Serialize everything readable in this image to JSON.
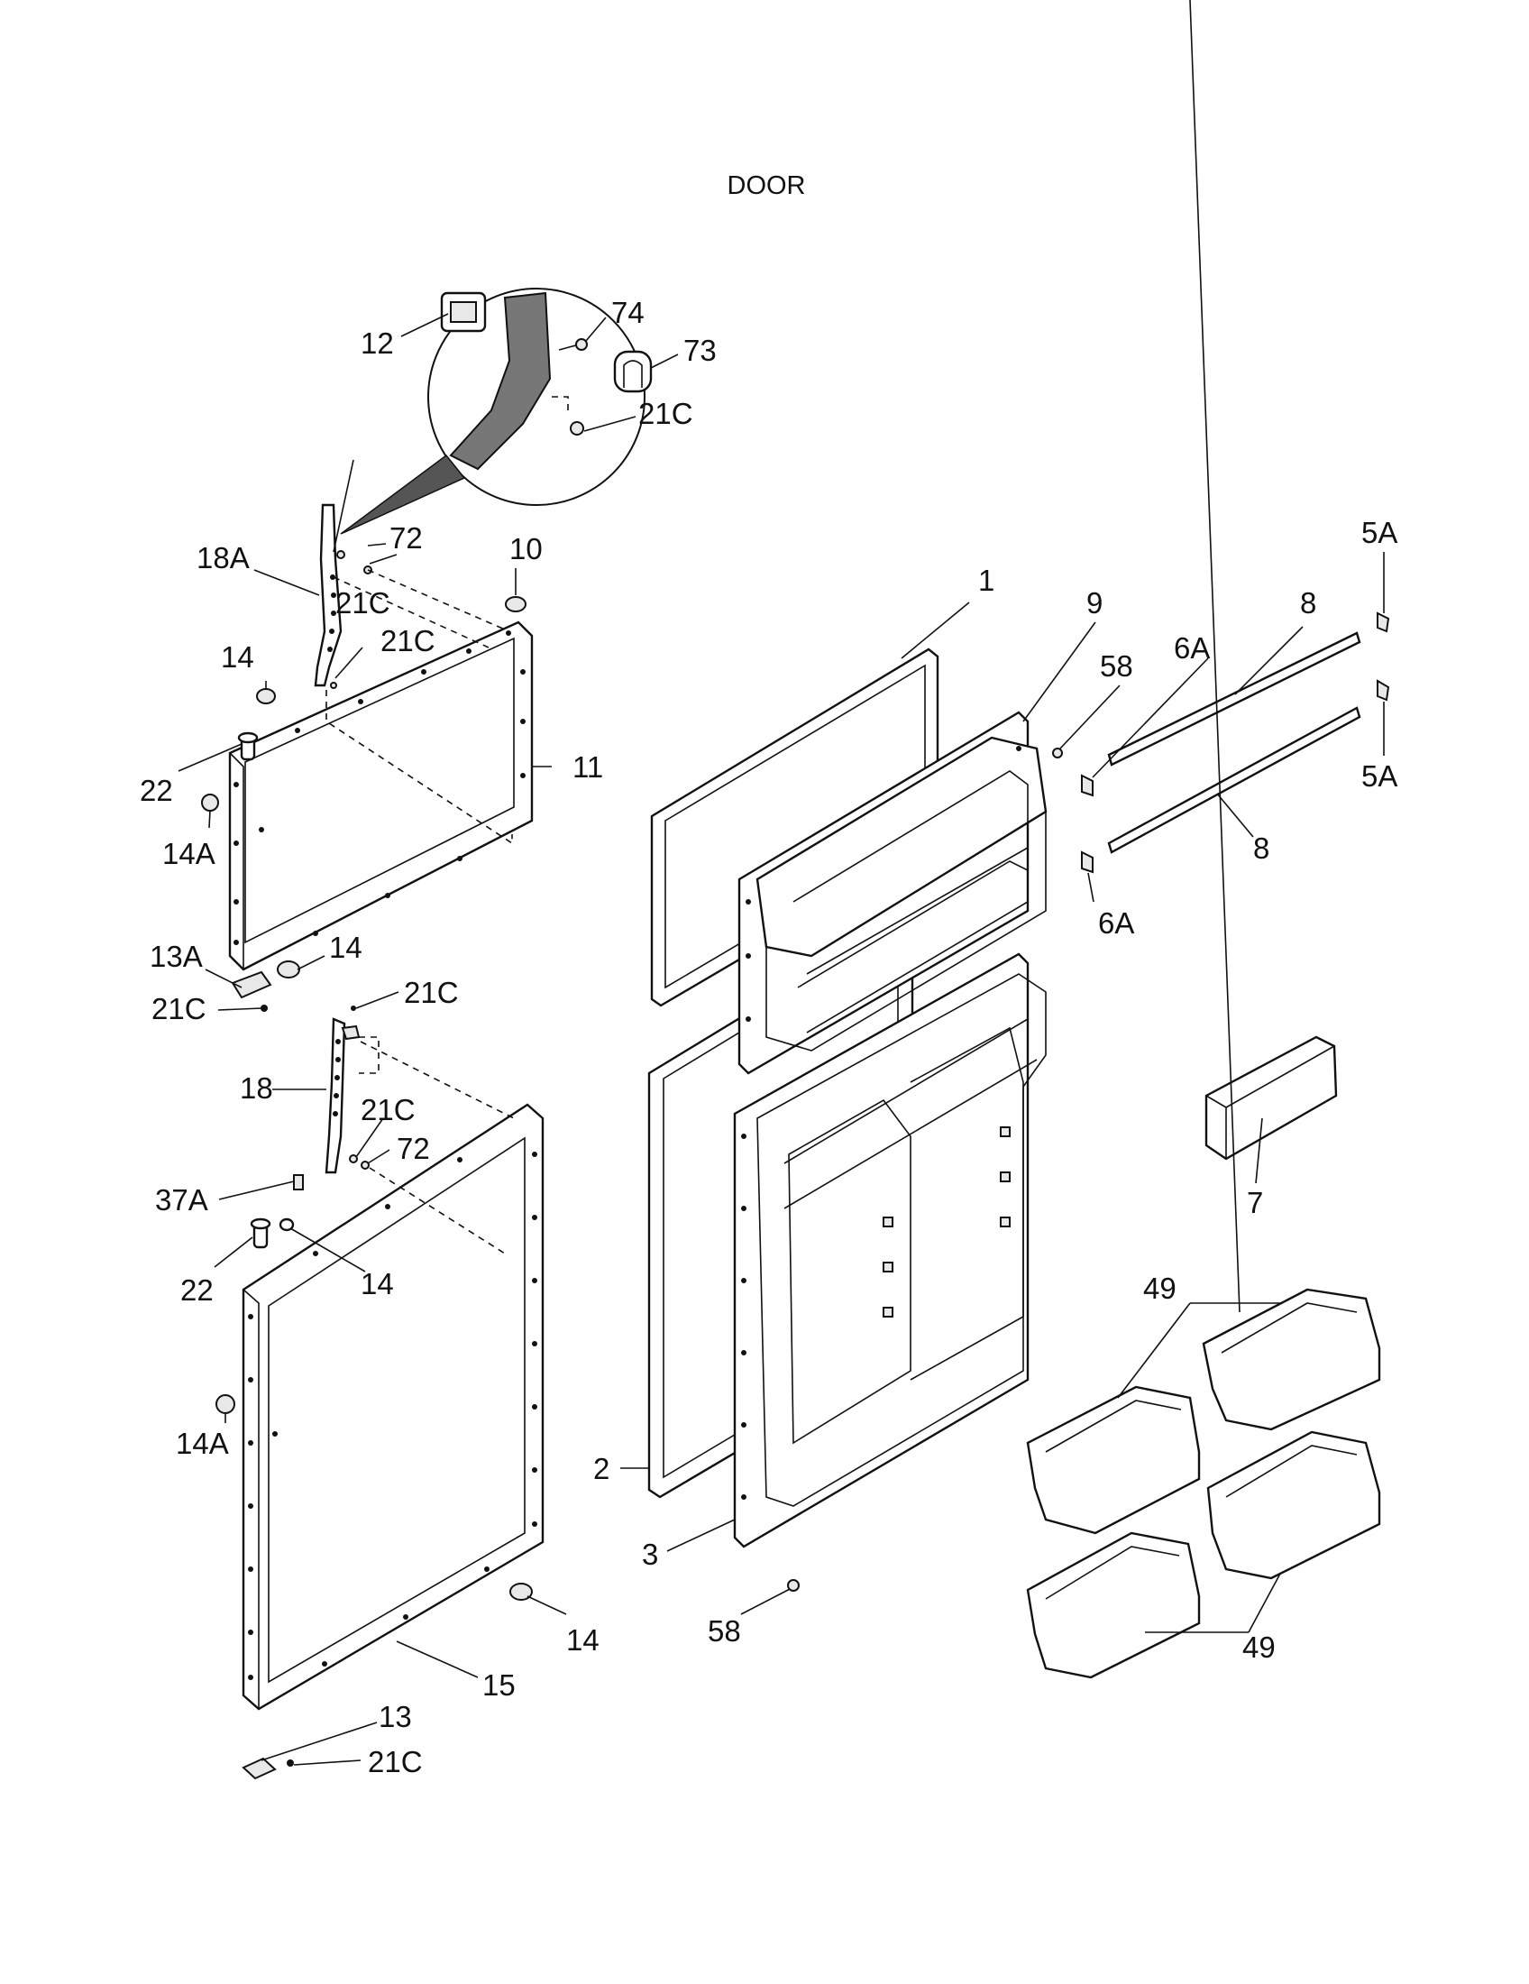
{
  "title": "DOOR",
  "callouts": {
    "c12": "12",
    "c74": "74",
    "c73": "73",
    "c21c_inset": "21C",
    "c18a": "18A",
    "c72_top": "72",
    "c10": "10",
    "c21c_a": "21C",
    "c21c_b": "21C",
    "c14_top": "14",
    "c22_top": "22",
    "c14a_top": "14A",
    "c11": "11",
    "c13a": "13A",
    "c14_mid": "14",
    "c21c_c": "21C",
    "c21c_d": "21C",
    "c18": "18",
    "c21c_e": "21C",
    "c72_low": "72",
    "c37a": "37A",
    "c22_low": "22",
    "c14_low": "14",
    "c14a_low": "14A",
    "c14_bot": "14",
    "c15": "15",
    "c13": "13",
    "c21c_f": "21C",
    "c1": "1",
    "c9": "9",
    "c58_top": "58",
    "c6a_top": "6A",
    "c8_top": "8",
    "c5a_top": "5A",
    "c5a_low": "5A",
    "c8_low": "8",
    "c6a_low": "6A",
    "c7": "7",
    "c49_top": "49",
    "c49_bot": "49",
    "c2": "2",
    "c3": "3",
    "c58_low": "58"
  }
}
